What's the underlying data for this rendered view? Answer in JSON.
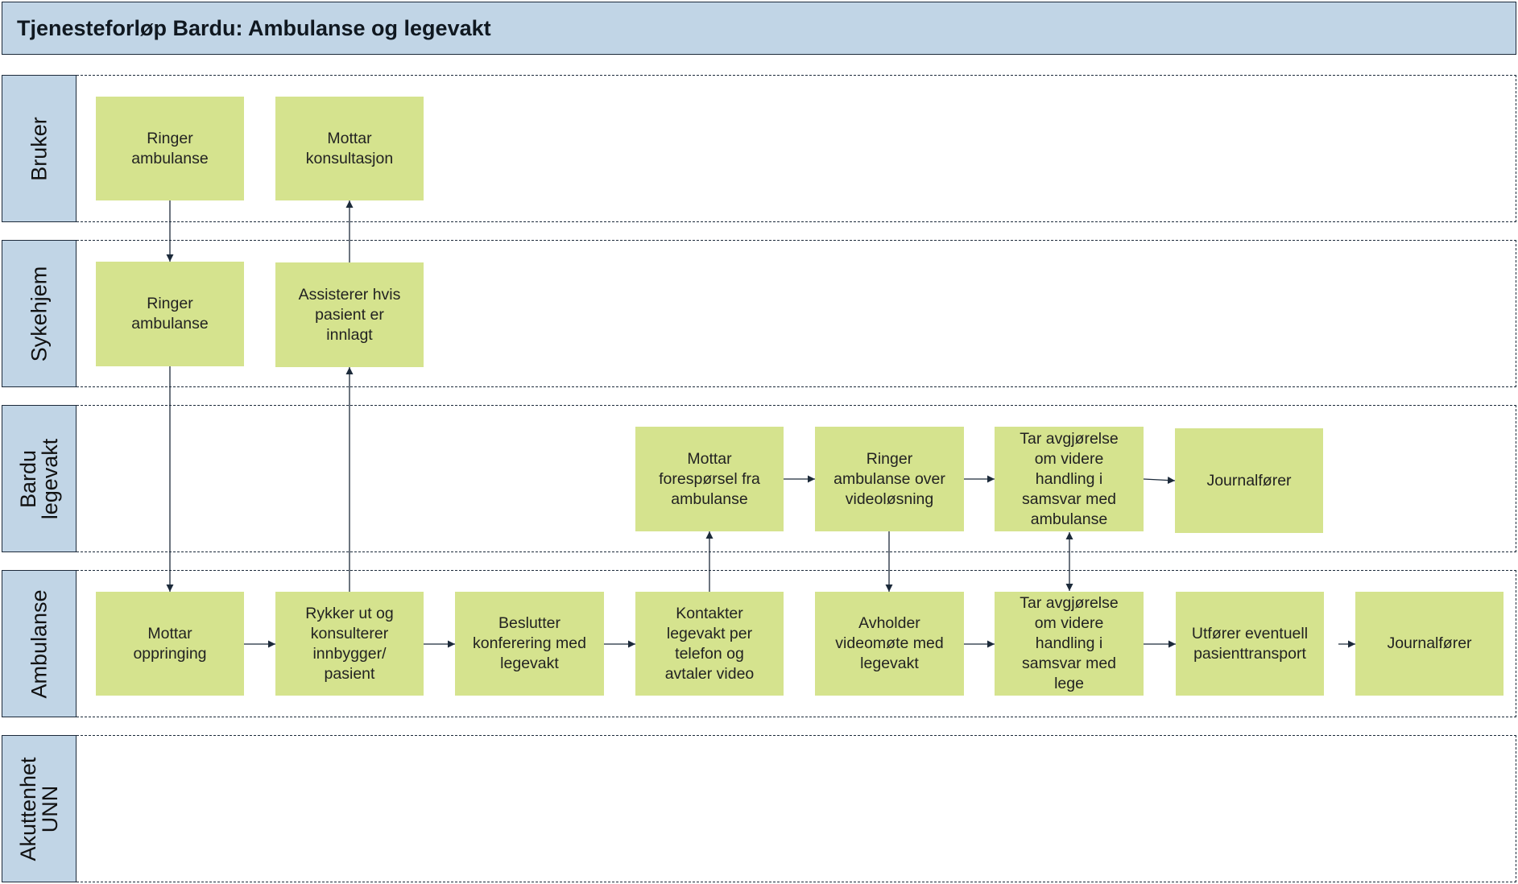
{
  "title": "Tjenesteforløp Bardu: Ambulanse og legevakt",
  "lanes": [
    {
      "id": "bruker",
      "label": "Bruker"
    },
    {
      "id": "sykehjem",
      "label": "Sykehjem"
    },
    {
      "id": "bardu_legevakt",
      "label": "Bardu\nlegevakt"
    },
    {
      "id": "ambulanse",
      "label": "Ambulanse"
    },
    {
      "id": "akuttenhet_unn",
      "label": "Akuttenhet\nUNN"
    }
  ],
  "steps": {
    "bruker_ringer": "Ringer\nambulanse",
    "bruker_mottar": "Mottar\nkonsultasjon",
    "sykehjem_ringer": "Ringer\nambulanse",
    "sykehjem_assisterer": "Assisterer hvis\npasient er\ninnlagt",
    "legevakt_mottar": "Mottar\nforespørsel fra\nambulanse",
    "legevakt_ringer": "Ringer\nambulanse over\nvideoløsning",
    "legevakt_avgjorelse": "Tar avgjørelse\nom videre\nhandling i\nsamsvar med\nambulanse",
    "legevakt_journalforer": "Journalfører",
    "amb_mottar": "Mottar\noppringing",
    "amb_rykker": "Rykker ut og\nkonsulterer\ninnbygger/\npasient",
    "amb_beslutter": "Beslutter\nkonferering med\nlegevakt",
    "amb_kontakter": "Kontakter\nlegevakt per\ntelefon og\navtaler video",
    "amb_avholder": "Avholder\nvideomøte med\nlegevakt",
    "amb_avgjorelse": "Tar avgjørelse\nom videre\nhandling i\nsamsvar med\nlege",
    "amb_utforer": "Utfører eventuell\npasienttransport",
    "amb_journalforer": "Journalfører"
  },
  "colors": {
    "header_fill": "#c1d5e6",
    "step_fill": "#d5e38e",
    "line": "#1c2a3a"
  }
}
